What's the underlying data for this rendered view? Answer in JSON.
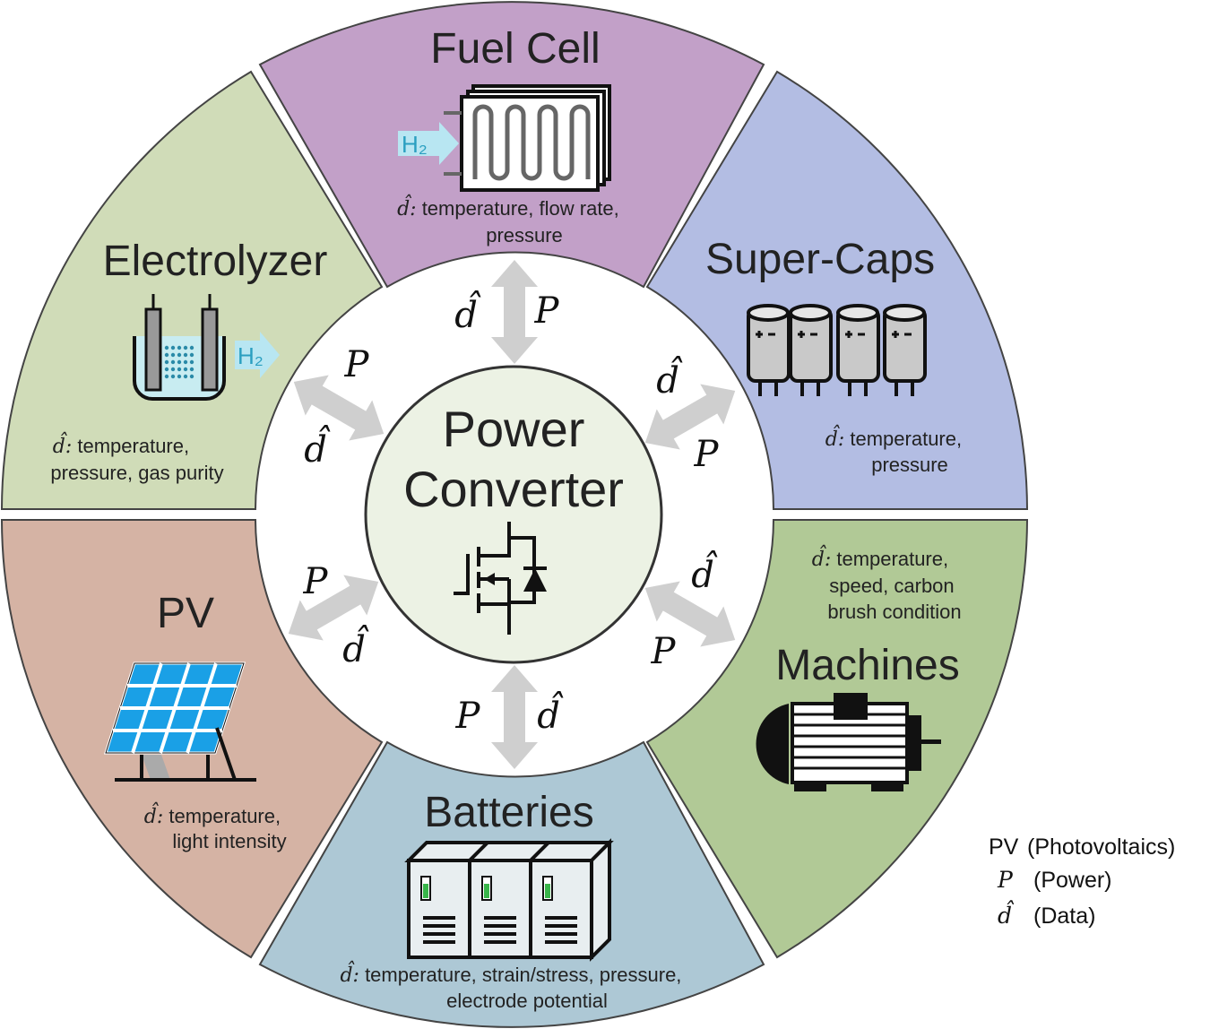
{
  "segments": [
    {
      "id": "fuel-cell",
      "title": "Fuel Cell",
      "note_lines": [
        "temperature, flow rate,",
        "pressure"
      ],
      "color": "#c2a0c8"
    },
    {
      "id": "super-caps",
      "title": "Super-Caps",
      "note_lines": [
        "temperature,",
        "pressure"
      ],
      "color": "#b3bde3"
    },
    {
      "id": "machines",
      "title": "Machines",
      "note_lines": [
        "temperature,",
        "speed, carbon",
        "brush condition"
      ],
      "color": "#b1c996"
    },
    {
      "id": "batteries",
      "title": "Batteries",
      "note_lines": [
        "temperature, strain/stress, pressure,",
        "electrode potential"
      ],
      "color": "#adc8d5"
    },
    {
      "id": "pv",
      "title": "PV",
      "note_lines": [
        "temperature,",
        "light intensity"
      ],
      "color": "#d5b3a4"
    },
    {
      "id": "electrolyzer",
      "title": "Electrolyzer",
      "note_lines": [
        "temperature,",
        "pressure, gas purity"
      ],
      "color": "#d0dcb8"
    }
  ],
  "note_prefix": "d̂:",
  "h2_label": "H₂",
  "center": {
    "line1": "Power",
    "line2": "Converter",
    "fill": "#ecf2e4"
  },
  "arrow_labels": {
    "power": "P",
    "data": "d̂"
  },
  "arrow_color": "#cfcfcf",
  "legend": [
    {
      "symbol": "PV",
      "text": "(Photovoltaics)"
    },
    {
      "symbol": "P",
      "text": "(Power)"
    },
    {
      "symbol": "d̂",
      "text": "(Data)"
    }
  ]
}
